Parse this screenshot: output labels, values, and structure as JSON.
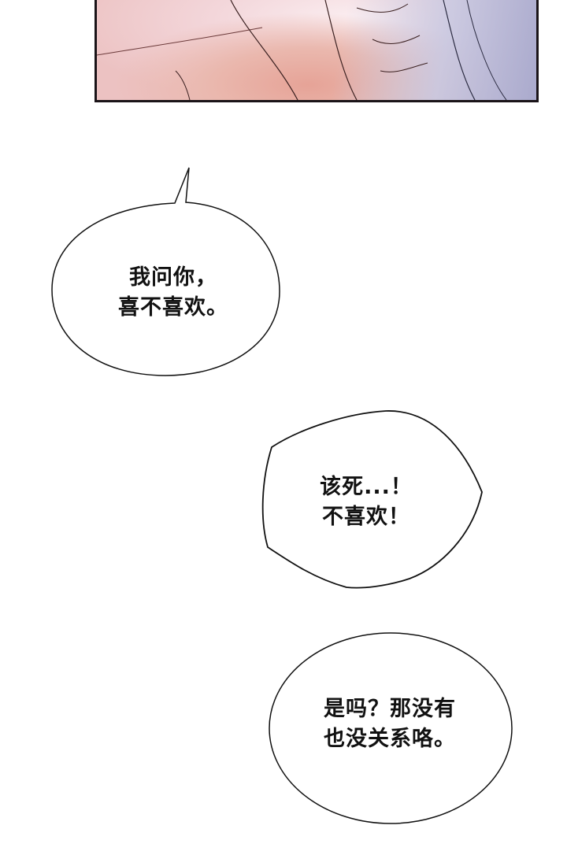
{
  "bubbles": [
    {
      "line1": "我问你，",
      "line2": "喜不喜欢。"
    },
    {
      "line1": "该死...！",
      "line2": "不喜欢！"
    },
    {
      "line1": "是吗？那没有",
      "line2": "也没关系咯。"
    }
  ]
}
